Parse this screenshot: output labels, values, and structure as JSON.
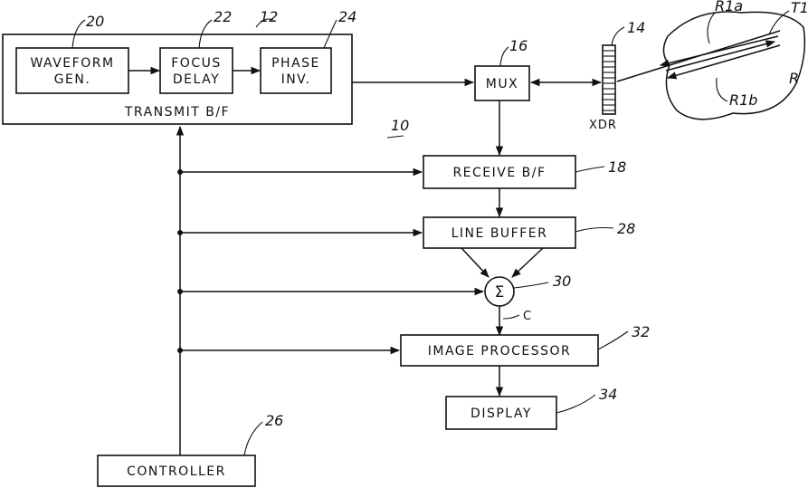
{
  "blocks": {
    "transmit_bf": "TRANSMIT  B/F",
    "waveform_gen_line1": "WAVEFORM",
    "waveform_gen_line2": "GEN.",
    "focus_delay_line1": "FOCUS",
    "focus_delay_line2": "DELAY",
    "phase_inv_line1": "PHASE",
    "phase_inv_line2": "INV.",
    "mux": "MUX",
    "xdr": "XDR",
    "receive_bf": "RECEIVE  B/F",
    "line_buffer": "LINE  BUFFER",
    "summer": "Σ",
    "image_processor": "IMAGE  PROCESSOR",
    "display": "DISPLAY",
    "controller": "CONTROLLER"
  },
  "ref_numerals": {
    "system": "10",
    "transmit_bf": "12",
    "xdr": "14",
    "mux": "16",
    "receive_bf": "18",
    "waveform_gen": "20",
    "focus_delay": "22",
    "phase_inv": "24",
    "controller": "26",
    "line_buffer": "28",
    "summer": "30",
    "image_processor": "32",
    "display": "34"
  },
  "signals": {
    "summer_output": "C"
  },
  "region_labels": {
    "r1a": "R1a",
    "t1": "T1",
    "r": "R",
    "r1b": "R1b"
  }
}
